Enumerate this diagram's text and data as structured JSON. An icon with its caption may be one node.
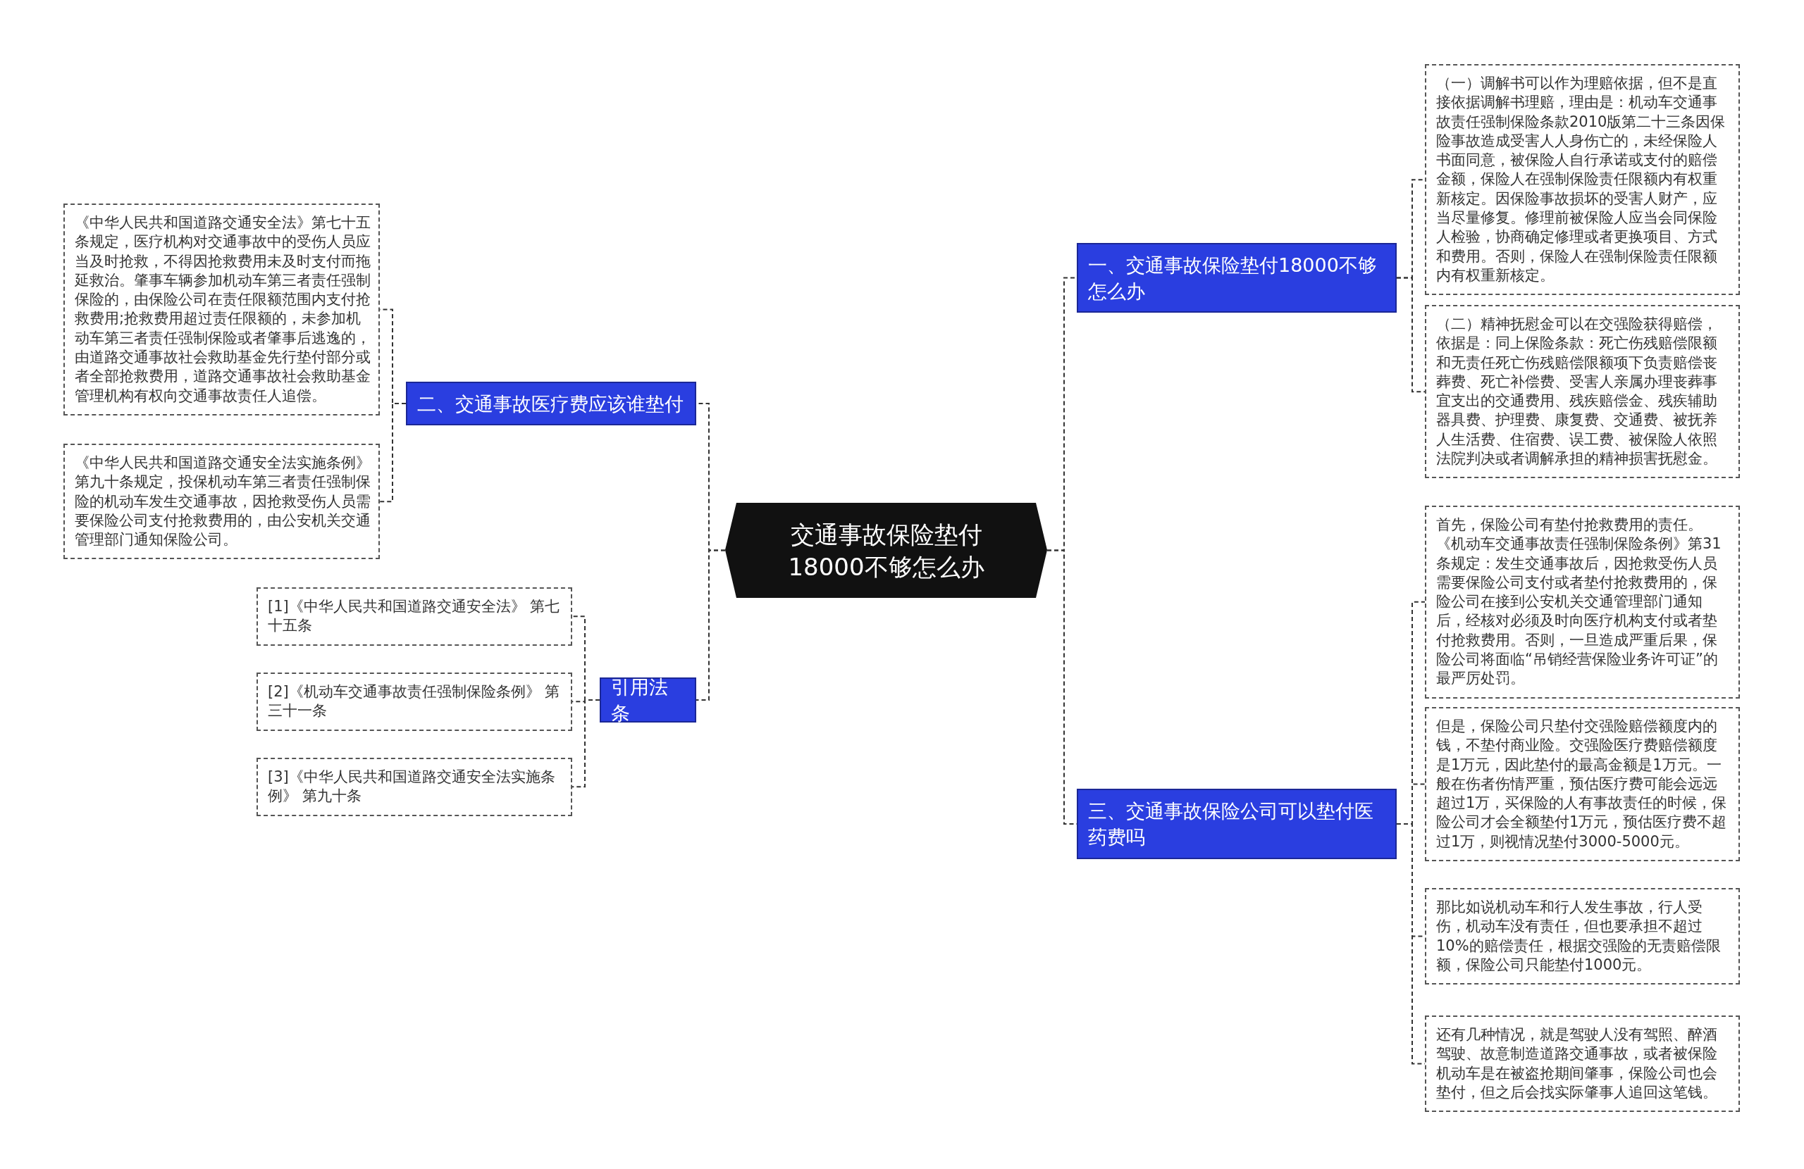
{
  "diagram": {
    "nodes": [
      {
        "text": [
          "交通事故保险垫付18000不够怎么办"
        ]
      },
      {
        "text": [
          "一、交通事故保险垫付18000不够怎么办"
        ]
      },
      {
        "text": [
          "（一）调解书可以作为理赔依据，但不是直接依据调解书理赔，理由是：机动车交通事故责任强制保险条款2010版第二十三条因保险事故造成受害人人身伤亡的，未经保险人书面同意，被保险人自行承诺或支付的赔偿金额，保险人在强制保险责任限额内有权重新核定。因保险事故损坏的受害人财产，应当尽量修复。修理前被保险人应当会同保险人检验，协商确定修理或者更换项目、方式和费用。否则，保险人在强制保险责任限额内有权重新核定。"
        ]
      },
      {
        "text": [
          "（二）精神抚慰金可以在交强险获得赔偿，依据是：同上保险条款：死亡伤残赔偿限额和无责任死亡伤残赔偿限额项下负责赔偿丧葬费、死亡补偿费、受害人亲属办理丧葬事宜支出的交通费用、残疾赔偿金、残疾辅助器具费、护理费、康复费、交通费、被抚养人生活费、住宿费、误工费、被保险人依照法院判决或者调解承担的精神损害抚慰金。"
        ]
      },
      {
        "text": [
          "二、交通事故医疗费应该谁垫付"
        ]
      },
      {
        "text": [
          "《中华人民共和国道路交通安全法》第七十五条规定，医疗机构对交通事故中的受伤人员应当及时抢救，不得因抢救费用未及时支付而拖延救治。肇事车辆参加机动车第三者责任强制保险的，由保险公司在责任限额范围内支付抢救费用;抢救费用超过责任限额的，未参加机动车第三者责任强制保险或者肇事后逃逸的，由道路交通事故社会救助基金先行垫付部分或者全部抢救费用，道路交通事故社会救助基金管理机构有权向交通事故责任人追偿。"
        ]
      },
      {
        "text": [
          "《中华人民共和国道路交通安全法实施条例》第九十条规定，投保机动车第三者责任强制保险的机动车发生交通事故，因抢救受伤人员需要保险公司支付抢救费用的，由公安机关交通管理部门通知保险公司。"
        ]
      },
      {
        "text": [
          "引用法条"
        ]
      },
      {
        "text": [
          "[1]《中华人民共和国道路交通安全法》 第七十五条"
        ]
      },
      {
        "text": [
          "[2]《机动车交通事故责任强制保险条例》 第三十一条"
        ]
      },
      {
        "text": [
          "[3]《中华人民共和国道路交通安全法实施条例》 第九十条"
        ]
      },
      {
        "text": [
          "三、交通事故保险公司可以垫付医药费吗"
        ]
      },
      {
        "text": [
          "首先，保险公司有垫付抢救费用的责任。《机动车交通事故责任强制保险条例》第31条规定：发生交通事故后，因抢救受伤人员需要保险公司支付或者垫付抢救费用的，保险公司在接到公安机关交通管理部门通知后，经核对必须及时向医疗机构支付或者垫付抢救费用。否则，一旦造成严重后果，保险公司将面临“吊销经营保险业务许可证”的最严厉处罚。"
        ]
      },
      {
        "text": [
          "但是，保险公司只垫付交强险赔偿额度内的钱，不垫付商业险。交强险医疗费赔偿额度是1万元，因此垫付的最高金额是1万元。一般在伤者伤情严重，预估医疗费可能会远远超过1万，买保险的人有事故责任的时候，保险公司才会全额垫付1万元，预估医疗费不超过1万，则视情况垫付3000-5000元。"
        ]
      },
      {
        "text": [
          "那比如说机动车和行人发生事故，行人受伤，机动车没有责任，但也要承担不超过10%的赔偿责任，根据交强险的无责赔偿限额，保险公司只能垫付1000元。"
        ]
      },
      {
        "text": [
          "还有几种情况，就是驾驶人没有驾照、醉酒驾驶、故意制造道路交通事故，或者被保险机动车是在被盗抢期间肇事，保险公司也会垫付，但之后会找实际肇事人追回这笔钱。"
        ]
      }
    ],
    "edges": [
      {
        "from": 0,
        "to": 1,
        "arrow": "none",
        "style": "dashed"
      },
      {
        "from": 1,
        "to": 2,
        "arrow": "none",
        "style": "dashed"
      },
      {
        "from": 1,
        "to": 3,
        "arrow": "none",
        "style": "dashed"
      },
      {
        "from": 0,
        "to": 4,
        "arrow": "none",
        "style": "dashed"
      },
      {
        "from": 4,
        "to": 5,
        "arrow": "none",
        "style": "dashed"
      },
      {
        "from": 4,
        "to": 6,
        "arrow": "none",
        "style": "dashed"
      },
      {
        "from": 0,
        "to": 7,
        "arrow": "none",
        "style": "dashed"
      },
      {
        "from": 7,
        "to": 8,
        "arrow": "none",
        "style": "dashed"
      },
      {
        "from": 7,
        "to": 9,
        "arrow": "none",
        "style": "dashed"
      },
      {
        "from": 7,
        "to": 10,
        "arrow": "none",
        "style": "dashed"
      },
      {
        "from": 0,
        "to": 11,
        "arrow": "none",
        "style": "dashed"
      },
      {
        "from": 11,
        "to": 12,
        "arrow": "none",
        "style": "dashed"
      },
      {
        "from": 11,
        "to": 13,
        "arrow": "none",
        "style": "dashed"
      },
      {
        "from": 11,
        "to": 14,
        "arrow": "none",
        "style": "dashed"
      },
      {
        "from": 11,
        "to": 15,
        "arrow": "none",
        "style": "dashed"
      }
    ]
  }
}
